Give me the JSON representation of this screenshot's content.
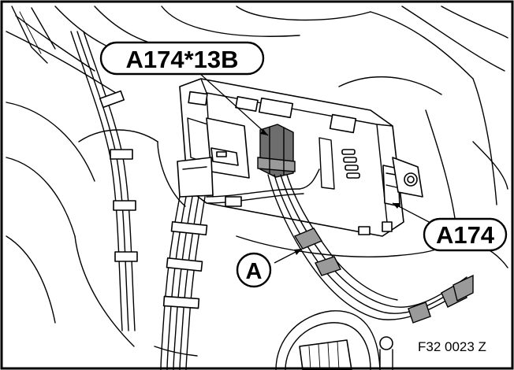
{
  "diagram": {
    "callouts": {
      "connector": "A174*13B",
      "module": "A174",
      "harness_point": "A"
    },
    "figure_id": "F32 0023 Z"
  },
  "colors": {
    "line": "#000000",
    "background": "#ffffff",
    "tape": "#9a9a9a",
    "plug": "#6e6e6e"
  }
}
